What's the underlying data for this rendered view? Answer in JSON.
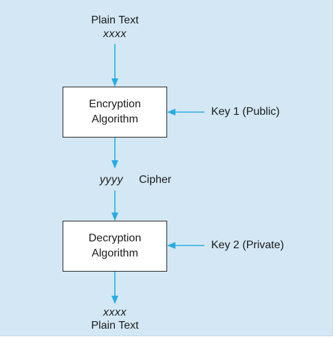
{
  "colors": {
    "background": "#d3e8f4",
    "arrow": "#29abe2",
    "box_fill": "#ffffff",
    "box_border": "#222222"
  },
  "top": {
    "title": "Plain Text",
    "value": "xxxx"
  },
  "encryption_box": {
    "line1": "Encryption",
    "line2": "Algorithm"
  },
  "key1_label": "Key 1 (Public)",
  "cipher": {
    "value": "yyyy",
    "label": "Cipher"
  },
  "decryption_box": {
    "line1": "Decryption",
    "line2": "Algorithm"
  },
  "key2_label": "Key 2 (Private)",
  "bottom": {
    "value": "xxxx",
    "title": "Plain Text"
  }
}
